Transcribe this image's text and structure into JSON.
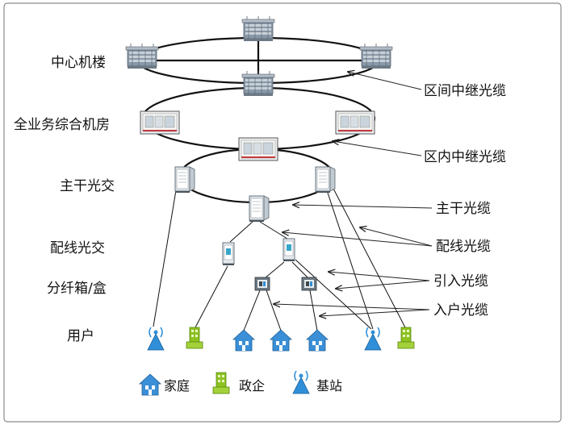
{
  "levels": {
    "center": "中心机楼",
    "full_service": "全业务综合机房",
    "trunk_cross": "主干光交",
    "dist_cross": "配线光交",
    "splitter_box": "分纤箱/盒",
    "users": "用户"
  },
  "callouts": {
    "inter_area_trunk": "区间中继光缆",
    "intra_area_trunk": "区内中继光缆",
    "trunk_cable": "主干光缆",
    "dist_cable": "配线光缆",
    "drop_cable": "引入光缆",
    "home_cable": "入户光缆"
  },
  "legend": {
    "home": "家庭",
    "enterprise": "政企",
    "base_station": "基站"
  },
  "colors": {
    "line": "#111111",
    "arrow": "#222222",
    "border": "#888888",
    "home_icon": "#3a8fd6",
    "enterprise_icon": "#8dc21f",
    "base_station_icon": "#2f8fd8",
    "server": "#7f8e9c",
    "cabinet": "#d8dde2"
  }
}
